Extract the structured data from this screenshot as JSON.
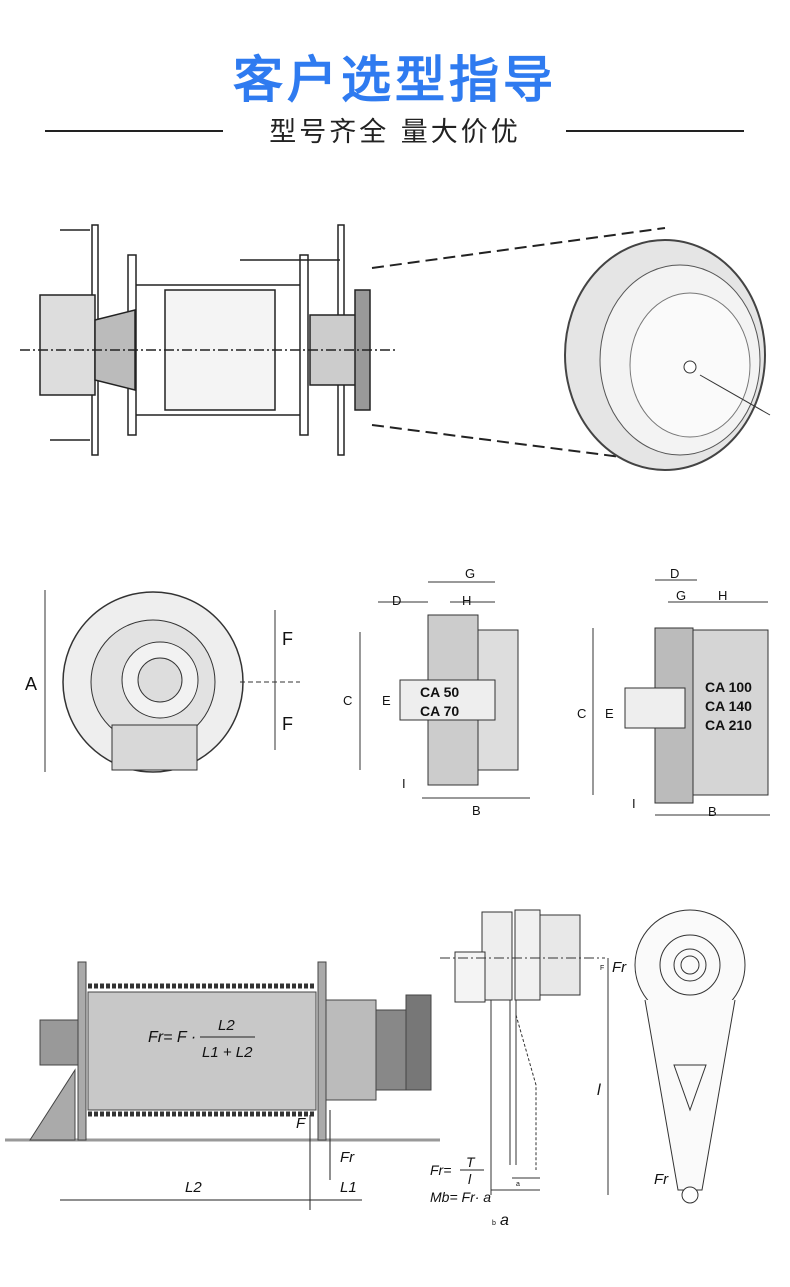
{
  "header": {
    "title": "客户选型指导",
    "subtitle": "型号齐全  量大价优"
  },
  "dimensions": {
    "front": {
      "a": "A",
      "f1": "F",
      "f2": "F"
    },
    "small": {
      "d": "D",
      "g": "G",
      "h": "H",
      "c": "C",
      "e": "E",
      "m1": "CA 50",
      "m2": "CA 70",
      "i": "I",
      "b": "B"
    },
    "large": {
      "d": "D",
      "g": "G",
      "h": "H",
      "c": "C",
      "e": "E",
      "m1": "CA 100",
      "m2": "CA 140",
      "m3": "CA 210",
      "i": "I",
      "b": "B"
    }
  },
  "winch": {
    "formula_lhs": "Fr= F ·",
    "num": "L2",
    "den": "L1 + L2",
    "f": "F",
    "fr": "Fr",
    "l2": "L2",
    "l1": "L1"
  },
  "torque_arm": {
    "f1": "Fr= ",
    "f1_num": "T",
    "f1_den": "l",
    "f2": "Mb= Fr· a",
    "a1": "a",
    "a2": "a",
    "b": "b",
    "l": "l",
    "fr_top": "Fr",
    "fr_bottom": "Fr",
    "fr_small": "F"
  }
}
